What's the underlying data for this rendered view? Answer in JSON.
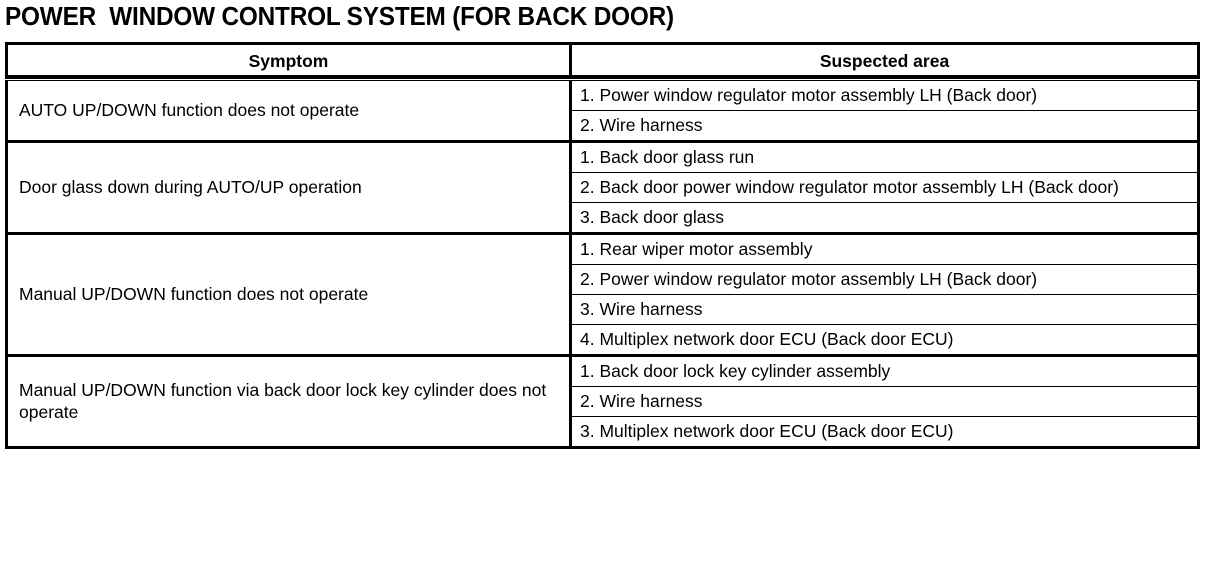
{
  "title": "POWER  WINDOW CONTROL SYSTEM (FOR BACK DOOR)",
  "table": {
    "headers": {
      "symptom": "Symptom",
      "suspected_area": "Suspected area"
    },
    "rows": [
      {
        "symptom": "AUTO UP/DOWN function does not operate",
        "suspected_areas": [
          "1. Power window regulator motor assembly LH (Back door)",
          "2. Wire harness"
        ]
      },
      {
        "symptom": "Door glass down during AUTO/UP operation",
        "suspected_areas": [
          "1. Back door glass run",
          "2. Back door power window regulator motor assembly LH (Back door)",
          "3. Back door glass"
        ]
      },
      {
        "symptom": "Manual UP/DOWN function does not operate",
        "suspected_areas": [
          "1. Rear wiper motor assembly",
          "2. Power window regulator motor assembly LH (Back door)",
          "3. Wire harness",
          "4. Multiplex network door ECU (Back door ECU)"
        ]
      },
      {
        "symptom": "Manual UP/DOWN function via back door lock key cylinder does not operate",
        "suspected_areas": [
          "1. Back door lock key cylinder assembly",
          "2. Wire harness",
          "3. Multiplex network door ECU (Back door ECU)"
        ]
      }
    ]
  },
  "colors": {
    "text": "#000000",
    "background": "#ffffff",
    "rule": "#000000"
  }
}
